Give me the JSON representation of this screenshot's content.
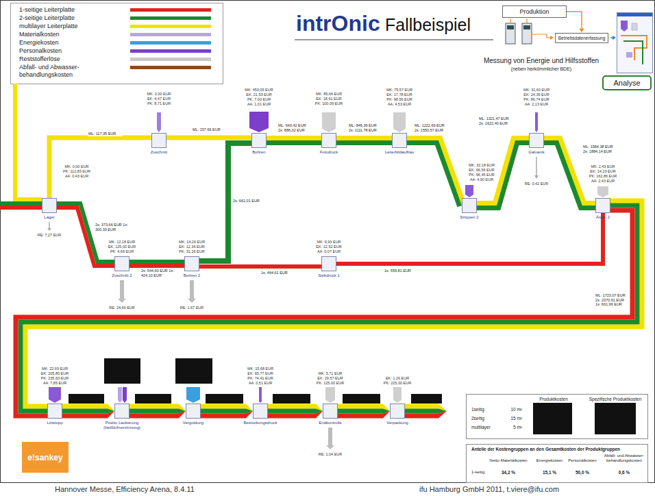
{
  "diagram": {
    "title": "Fallbeispiel",
    "nodes": [
      {
        "text": [
          "Produktion"
        ]
      },
      {
        "text": [
          "Betriebsdatenerfassung"
        ]
      },
      {
        "text": [
          "Analyse"
        ]
      },
      {
        "text": [
          "Lager"
        ]
      },
      {
        "text": [
          "Zuschnitt"
        ]
      },
      {
        "text": [
          "Bohren"
        ]
      },
      {
        "text": [
          "Fotodruck"
        ]
      },
      {
        "text": [
          "Leiterbildaufbau"
        ]
      },
      {
        "text": [
          "Strippen 2"
        ]
      },
      {
        "text": [
          "Galvanik"
        ]
      },
      {
        "text": [
          "Ätzen 2"
        ]
      },
      {
        "text": [
          "Zuschnitt 2"
        ]
      },
      {
        "text": [
          "Bohren 2"
        ]
      },
      {
        "text": [
          "Siebdruck 1"
        ]
      },
      {
        "text": [
          "Lötstopp"
        ]
      },
      {
        "text": [
          "Positiv Lackierung (Heißluftverzinnung)"
        ]
      },
      {
        "text": [
          "Vergoldung"
        ]
      },
      {
        "text": [
          "Bestückungsdruck"
        ]
      },
      {
        "text": [
          "Endkontrolle"
        ]
      },
      {
        "text": [
          "Verpackung"
        ]
      }
    ],
    "edges": [
      {
        "from": 0,
        "to": 1,
        "arrow": "to"
      },
      {
        "from": 3,
        "to": 4,
        "label": "ML: 117,35 EUR",
        "arrow": "none"
      },
      {
        "from": 3,
        "to": 11,
        "label": "2s: 373,66 EUR 1s: 300,33 EUR",
        "arrow": "none"
      },
      {
        "from": 11,
        "to": 12,
        "label": "2s: 544,60 EUR 1s: 424,10 EUR",
        "arrow": "none"
      },
      {
        "from": 12,
        "to": 13,
        "label": "1s: 464,61 EUR",
        "arrow": "none"
      },
      {
        "from": 12,
        "to": 5,
        "label": "2s: 661,01 EUR",
        "arrow": "none"
      },
      {
        "from": 4,
        "to": 5,
        "label": "ML: 157,66 EUR",
        "arrow": "none"
      },
      {
        "from": 5,
        "to": 6,
        "label": "ML: 643,42 EUR 2s: 886,32 EUR",
        "arrow": "none"
      },
      {
        "from": 6,
        "to": 7,
        "label": "ML: 846,39 EUR 2s: 1111,78 EUR",
        "arrow": "none"
      },
      {
        "from": 7,
        "to": 8,
        "label": "ML: 1222,69 EUR 2s: 1550,57 EUR",
        "arrow": "none"
      },
      {
        "from": 8,
        "to": 9,
        "label": "ML: 1321,47 EUR 2s: 1622,40 EUR",
        "arrow": "none"
      },
      {
        "from": 9,
        "to": 10,
        "label": "ML: 1584,38 EUR 2s: 1884,14 EUR",
        "arrow": "none"
      },
      {
        "from": 13,
        "to": 10,
        "label": "1s: 559,81 EUR",
        "arrow": "none"
      },
      {
        "from": 10,
        "to": 14,
        "label": "ML: 1723,07 EUR 2s: 2070,61 EUR 1s: 601,96 EUR",
        "arrow": "none"
      },
      {
        "from": 14,
        "to": 15,
        "arrow": "to"
      },
      {
        "from": 15,
        "to": 16,
        "arrow": "to"
      },
      {
        "from": 16,
        "to": 17,
        "arrow": "to"
      },
      {
        "from": 17,
        "to": 18,
        "arrow": "to"
      },
      {
        "from": 18,
        "to": 19,
        "arrow": "to"
      }
    ],
    "labels": [
      "intrOnic",
      "Messung von Energie und Hilfsstoffen",
      "(neben herkömmlicher BDE)",
      "MK: 0,00 EUR",
      "PK: 112,83 EUR",
      "AA: 0,43 EUR",
      "MK: 0,00 EUR",
      "EK: 4,47 EUR",
      "PK: 8,71 EUR",
      "MK: 453,05 EUR",
      "EK: 21,53 EUR",
      "PK: 7,00 EUR",
      "AA: 1,01 EUR",
      "MK: 85,66 EUR",
      "EK: 18,61 EUR",
      "PK: 100,09 EUR",
      "MK: 75,57 EUR",
      "EK: 17,78 EUR",
      "PK: 98,56 EUR",
      "AA: 4,53 EUR",
      "MK: 32,18 EUR",
      "EK: 66,56 EUR",
      "PK: 96,45 EUR",
      "AA: 4,90 EUR",
      "MK: 31,60 EUR",
      "EK: 24,39 EUR",
      "PK: 86,74 EUR",
      "AA: 2,13 EUR",
      "MK: 2,43 EUR",
      "EK: 14,23 EUR",
      "PK: 162,86 EUR",
      "AA: 2,43 EUR",
      "MK: 12,18 EUR",
      "EK: 125,00 EUR",
      "PK: 4,66 EUR",
      "MK: 14,26 EUR",
      "EK: 12,34 EUR",
      "PK: 31,26 EUR",
      "MK: 9,93 EUR",
      "EK: 12,52 EUR",
      "AA: 0,07 EUR",
      "MK: 22,69 EUR",
      "EK: 205,80 EUR",
      "PK: 235,63 EUR",
      "AA: 7,85 EUR",
      "MK: 15,68 EUR",
      "EK: 65,77 EUR",
      "PK: 74,41 EUR",
      "AA: 0,51 EUR",
      "MK: 5,71 EUR",
      "EK: 29,57 EUR",
      "PK: 125,00 EUR",
      "EK: 1,26 EUR",
      "PK: 225,00 EUR",
      "RE: 7,27 EUR",
      "RE: 24,69 EUR",
      "RE: 1,67 EUR",
      "RE: 0,42 EUR",
      "RE: 1,04 EUR",
      "Produktkosten",
      "Spezifische Produktkosten",
      "1seitig",
      "10 m²",
      "2seitig",
      "15 m²",
      "multilayer",
      "5 m²",
      "Anteile der Kostengruppen an den Gesamtkosten der Produktgruppen",
      "Netto-Materialkosten",
      "Energiekosten",
      "Personalkosten",
      "Abfall- und Abwasser- behandlungskosten",
      "1-seitig",
      "34,2 %",
      "15,1 %",
      "50,0 %",
      "0,6 %",
      "e!sankey",
      "Hannover Messe, Efficiency Arena, 8.4.11",
      "ifu Hamburg GmbH 2011, t.viere@ifu.com"
    ],
    "legend": [
      {
        "text": "1-seitige Leiterplatte",
        "color": "#e3231b"
      },
      {
        "text": "2-seitige Leiterplatte",
        "color": "#1b8a2e"
      },
      {
        "text": "multilayer Leiterplatte",
        "color": "#f4e100"
      },
      {
        "text": "Materialkosten",
        "color": "#b7a4e6"
      },
      {
        "text": "Energiekosten",
        "color": "#3a9fde"
      },
      {
        "text": "Personalkosten",
        "color": "#7b3fc9"
      },
      {
        "text": "Reststofferlöse",
        "color": "#c8c8c8"
      },
      {
        "text": "Abfall- und Abwasser- behandlungskosten",
        "color": "#8b4a1f"
      }
    ]
  }
}
